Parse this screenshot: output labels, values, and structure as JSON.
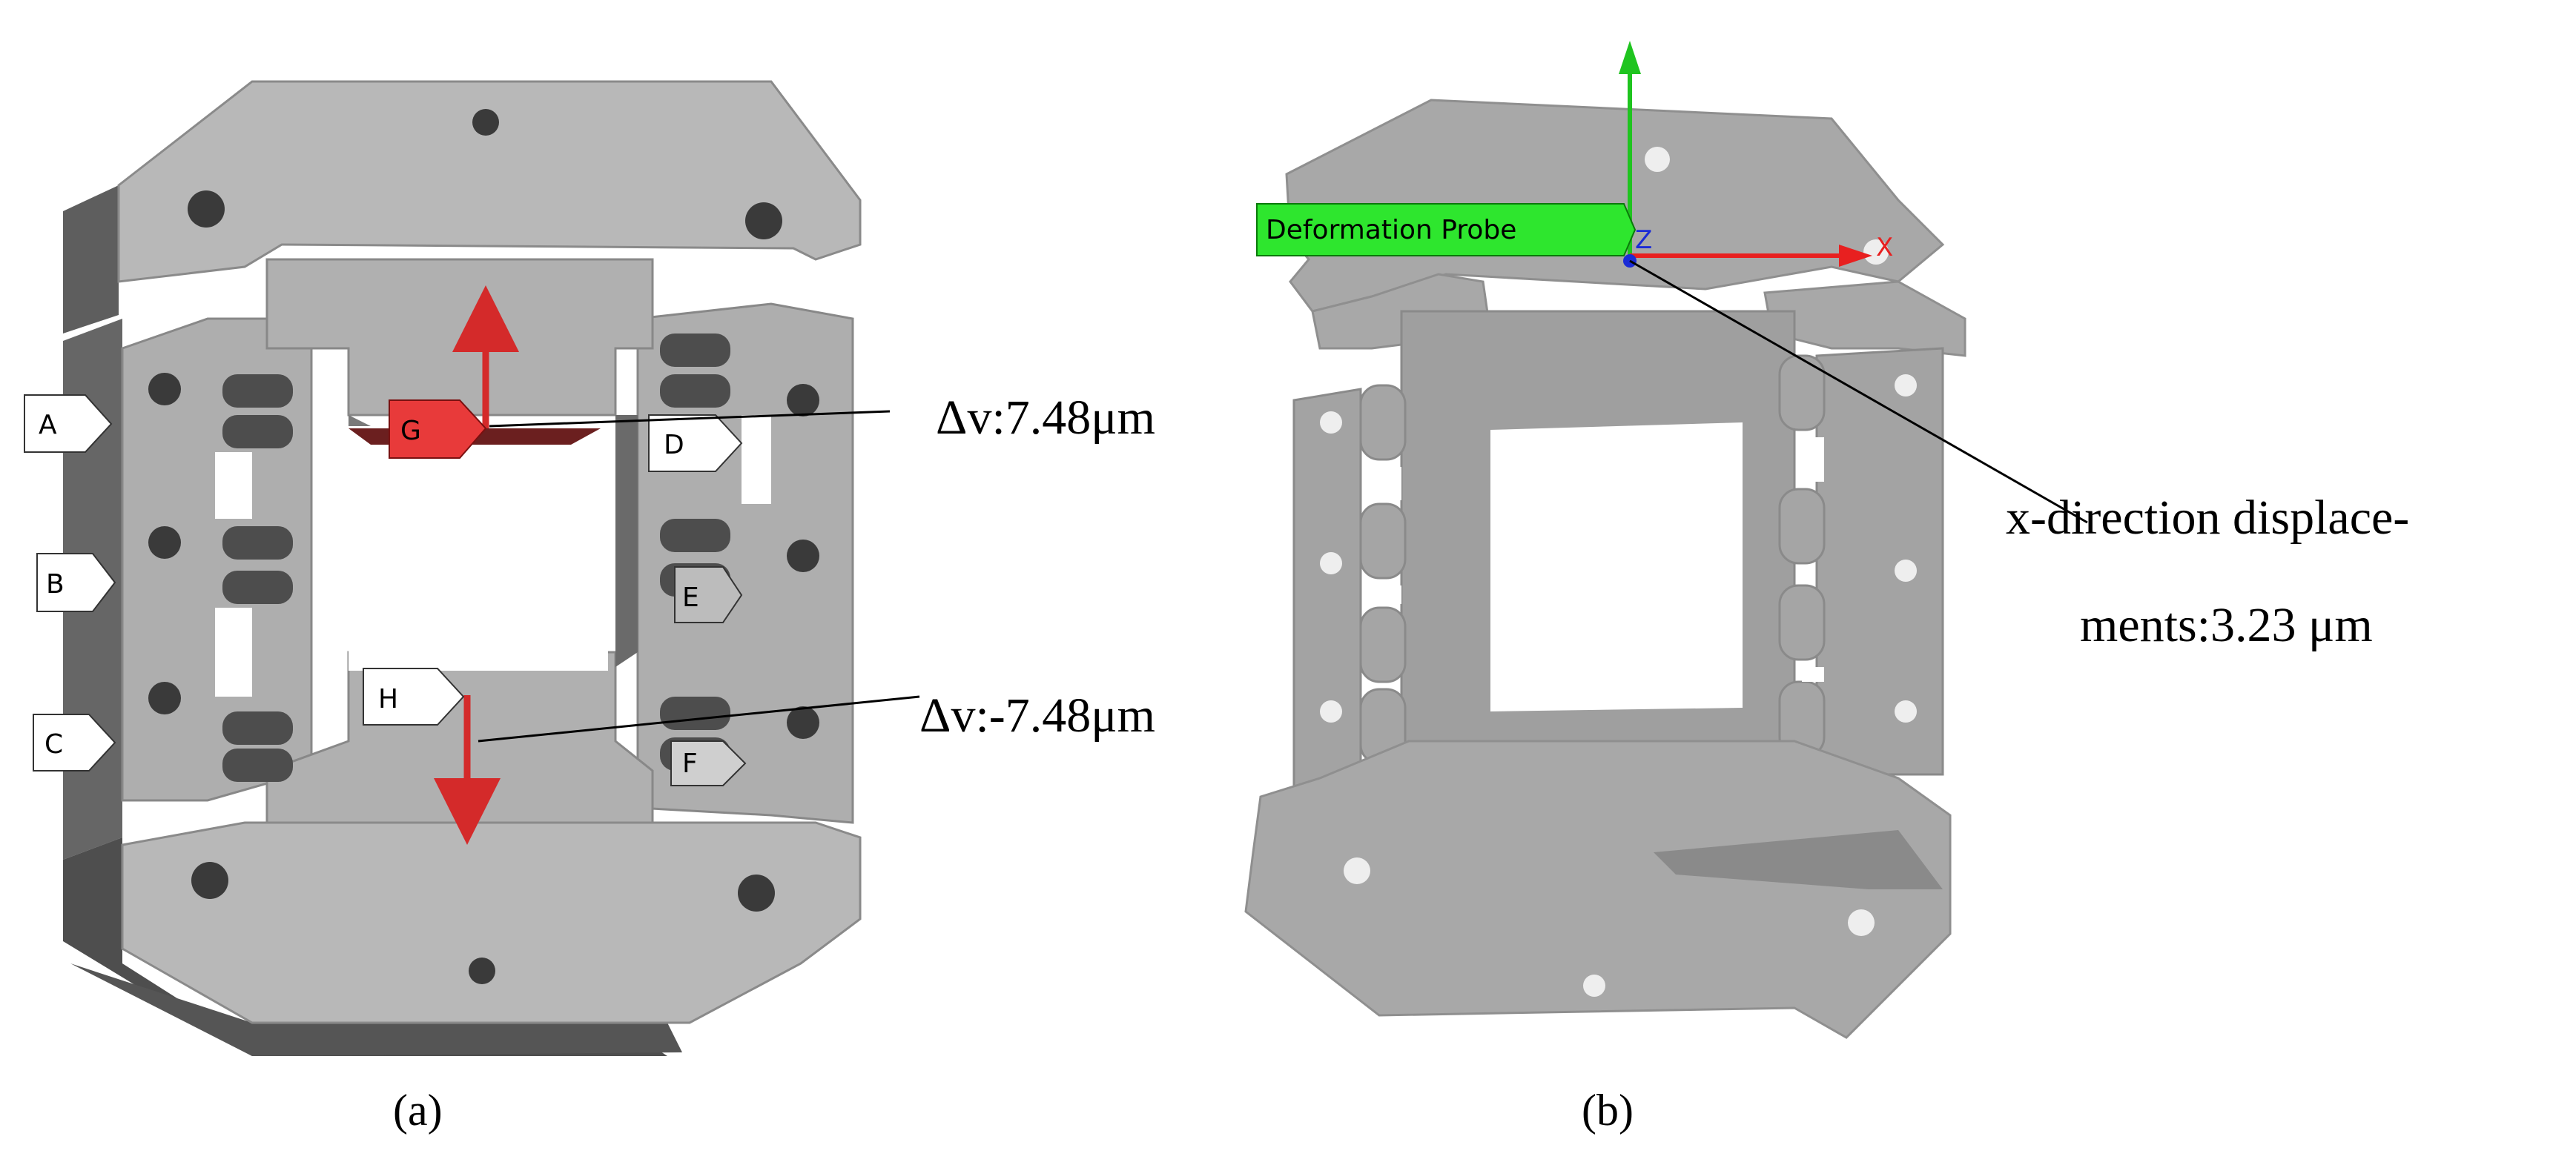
{
  "panel_a": {
    "caption": "(a)",
    "probes": {
      "A": "A",
      "B": "B",
      "C": "C",
      "D": "D",
      "E": "E",
      "F": "F",
      "G": "G",
      "H": "H"
    },
    "annotation_top": "Δv:7.48μm",
    "annotation_bottom": "Δv:-7.48μm"
  },
  "panel_b": {
    "caption": "(b)",
    "probe_label": "Deformation Probe",
    "axis_x": "X",
    "axis_z": "Z",
    "annotation_line1": "x-direction displace-",
    "annotation_line2": "ments:3.23 μm"
  },
  "colors": {
    "part_light": "#b3b3b3",
    "part_mid": "#9a9a9a",
    "part_dark": "#5e5e5e",
    "probe_red": "#e83a3a",
    "probe_green": "#2ee62e",
    "axis_blue": "#1a2bd6"
  }
}
